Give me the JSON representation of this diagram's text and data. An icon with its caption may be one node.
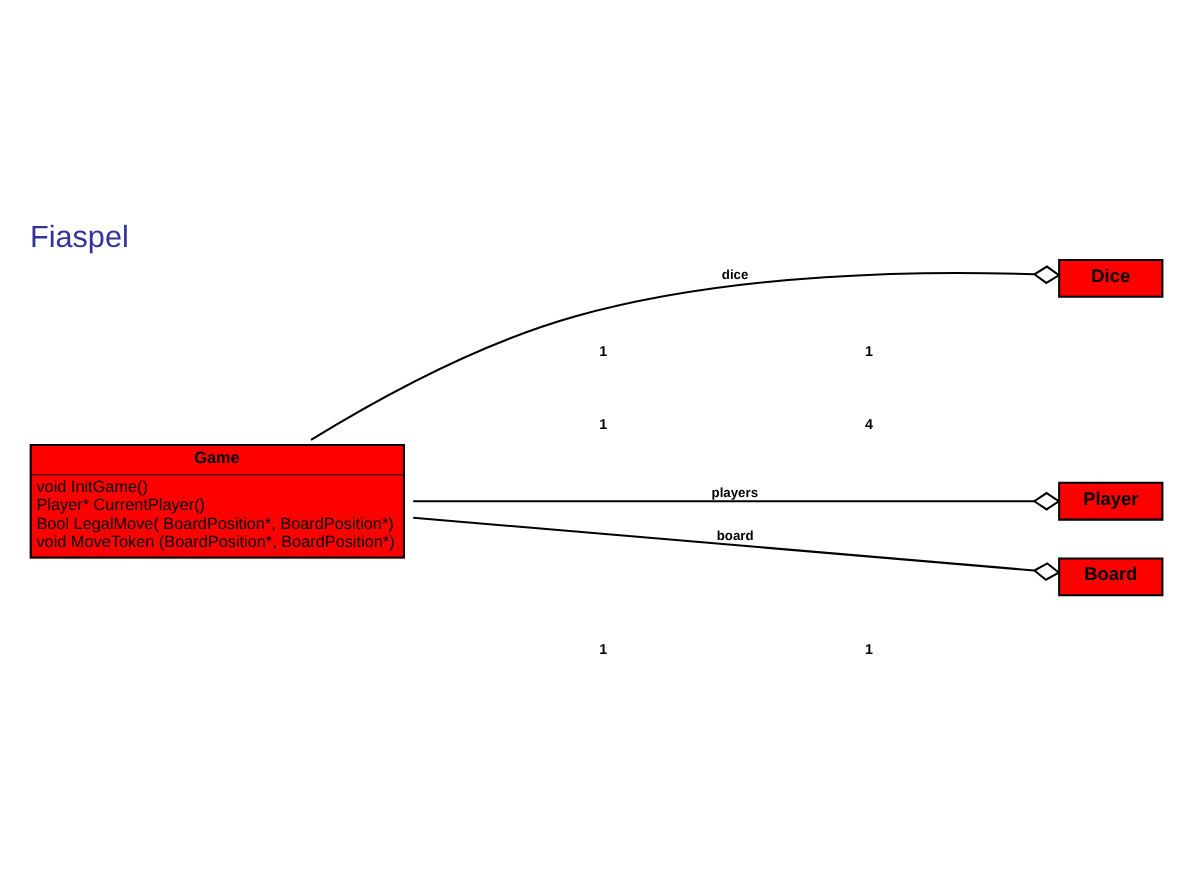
{
  "diagram": {
    "title": "Fiaspel",
    "nodes": [
      {
        "text": [
          "Game",
          "void InitGame()",
          "Player* CurrentPlayer()",
          "Bool LegalMove( BoardPosition*, BoardPosition*)",
          "void MoveToken (BoardPosition*, BoardPosition*)"
        ]
      },
      {
        "text": [
          "Dice"
        ]
      },
      {
        "text": [
          "Player"
        ]
      },
      {
        "text": [
          "Board"
        ]
      }
    ],
    "edges": [
      {
        "from": 0,
        "to": 1,
        "arrow": "other",
        "label": "dice"
      },
      {
        "from": 0,
        "to": 2,
        "arrow": "other",
        "label": "players"
      },
      {
        "from": 0,
        "to": 3,
        "arrow": "other",
        "label": "board"
      }
    ],
    "labels": [
      "1",
      "1",
      "1",
      "4",
      "1",
      "1"
    ]
  }
}
